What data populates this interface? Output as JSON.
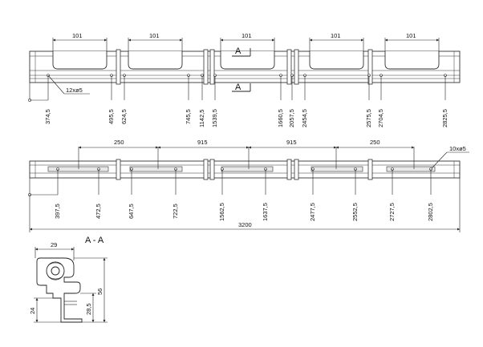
{
  "top_rail": {
    "cutout_width_labels": [
      "101",
      "101",
      "101",
      "101",
      "101"
    ],
    "section_marker_upper": "A",
    "section_marker_lower": "A",
    "hole_callout": "12xø5",
    "hole_positions": [
      "374,5",
      "495,5",
      "624,5",
      "745,5",
      "1142,5",
      "1539,5",
      "1660,5",
      "2057,5",
      "2454,5",
      "2575,5",
      "2704,5",
      "2825,5"
    ]
  },
  "bottom_rail": {
    "spacing_labels": [
      "250",
      "915",
      "915",
      "250"
    ],
    "hole_callout": "10xø5",
    "hole_positions": [
      "397,5",
      "472,5",
      "647,5",
      "722,5",
      "1562,5",
      "1637,5",
      "2477,5",
      "2552,5",
      "2727,5",
      "2802,5"
    ],
    "overall_length": "3200"
  },
  "section_view": {
    "title": "A - A",
    "width_label": "29",
    "height_label": "56",
    "lower_height_label": "24",
    "inner_height_label": "28,5"
  }
}
